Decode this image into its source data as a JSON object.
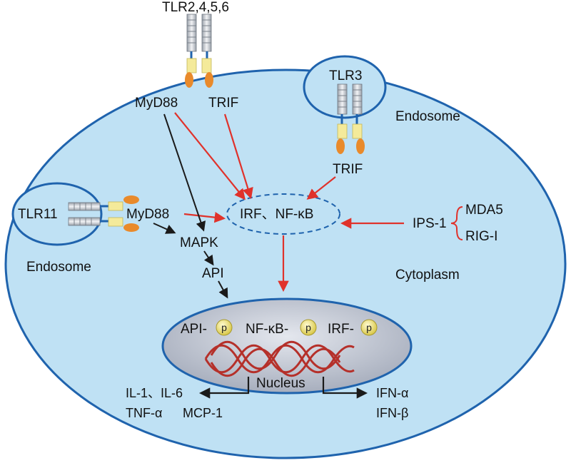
{
  "labels": {
    "tlr2456": "TLR2,4,5,6",
    "myd88_top": "MyD88",
    "trif_top": "TRIF",
    "tlr3": "TLR3",
    "endosome_right": "Endosome",
    "trif_right": "TRIF",
    "tlr11": "TLR11",
    "myd88_left": "MyD88",
    "endosome_left": "Endosome",
    "mapk": "MAPK",
    "api": "API",
    "irf_nfkb": "IRF、NF-κB",
    "ips1": "IPS-1",
    "mda5": "MDA5",
    "rigi": "RIG-I",
    "cytoplasm": "Cytoplasm",
    "nuc_api": "API-",
    "nuc_nfkb": "NF-κB-",
    "nuc_irf": "IRF-",
    "phospho": "p",
    "nucleus": "Nucleus",
    "il1_il6": "IL-1、IL-6",
    "tnfa": "TNF-α",
    "mcp1": "MCP-1",
    "ifna": "IFN-α",
    "ifnb": "IFN-β"
  },
  "colors": {
    "cell_fill": "#bfe1f4",
    "cell_stroke": "#1f63ad",
    "nucleus_fill": "#b9bfcb",
    "activation_arrow": "#e0322b",
    "signal_arrow": "#1a1a1a",
    "dna": "#b5302a",
    "receptor_domain": "#f4ea9a",
    "receptor_tip": "#e98a2b"
  }
}
